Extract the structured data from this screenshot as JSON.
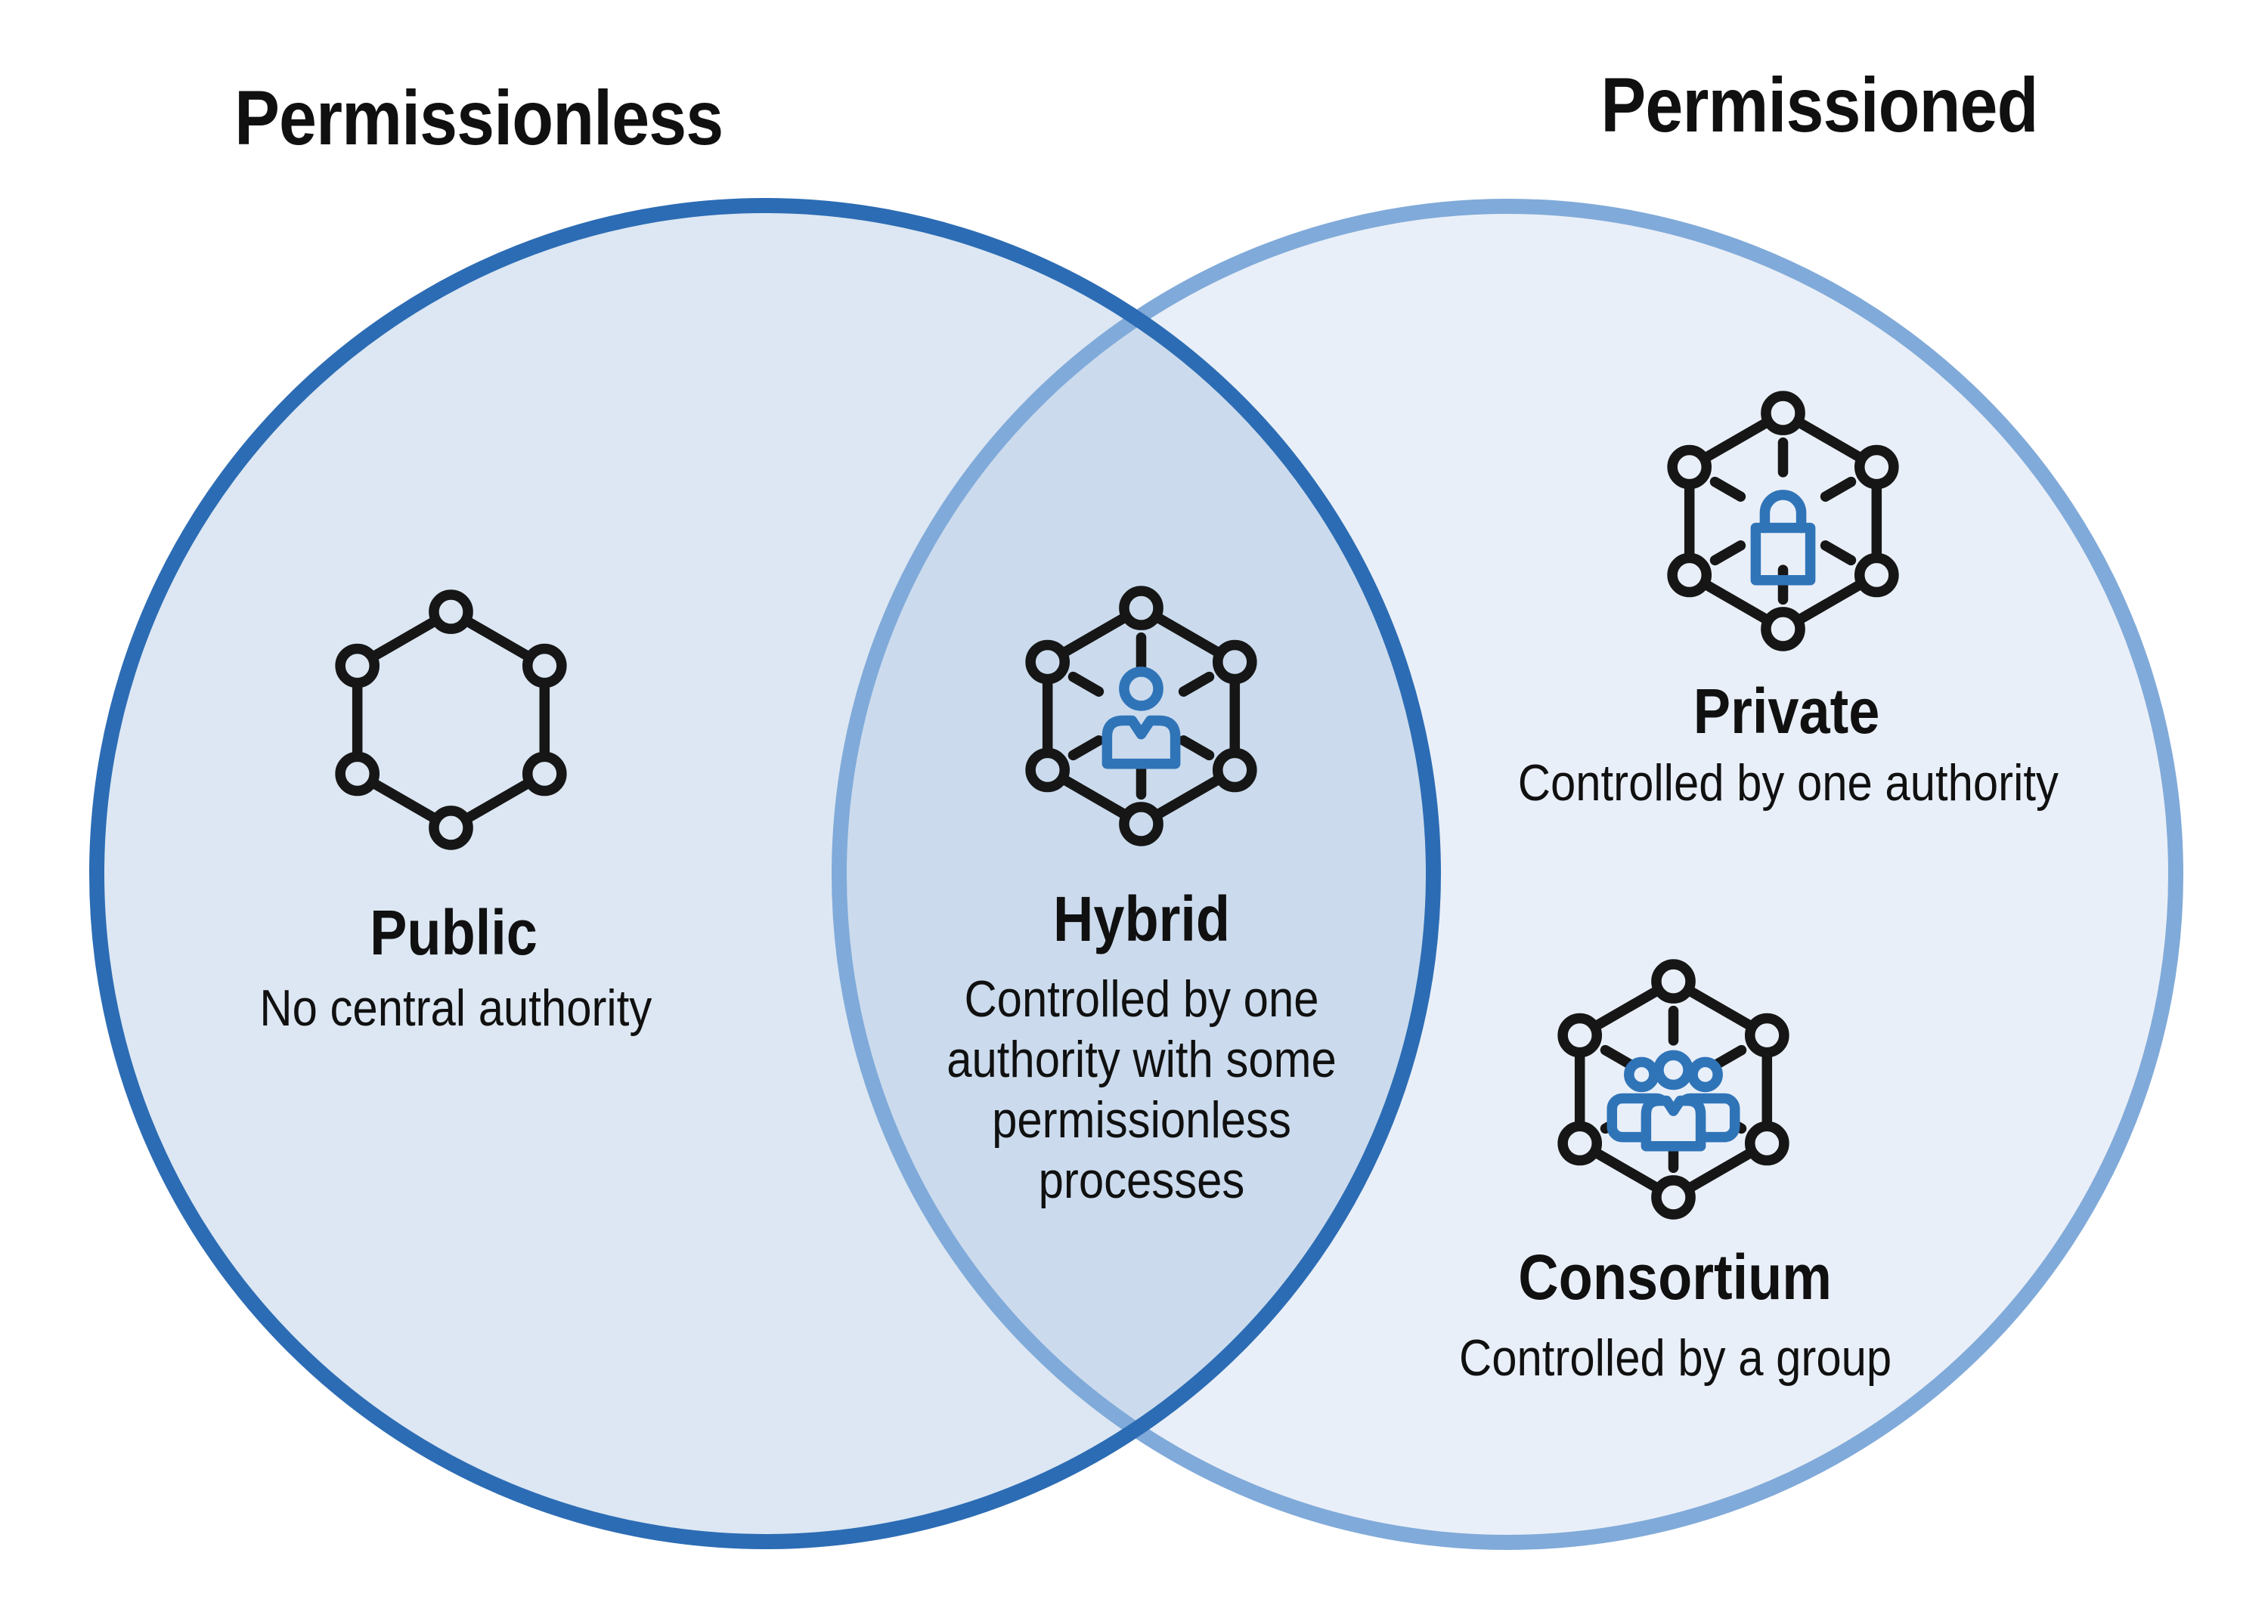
{
  "diagram": {
    "type": "venn",
    "left_title": "Permissionless",
    "right_title": "Permissioned",
    "sets": {
      "public": {
        "label": "Public",
        "description": "No central authority",
        "icon": "hexagon-network-icon",
        "region": "permissionless-only"
      },
      "hybrid": {
        "label": "Hybrid",
        "description": "Controlled by one authority with some permissionless processes",
        "desc_lines": [
          "Controlled by one",
          "authority with some",
          "permissionless",
          "processes"
        ],
        "icon": "hexagon-network-person-icon",
        "region": "overlap"
      },
      "private": {
        "label": "Private",
        "description": "Controlled by one authority",
        "icon": "hexagon-network-lock-icon",
        "region": "permissioned-only"
      },
      "consortium": {
        "label": "Consortium",
        "description": "Controlled by a group",
        "icon": "hexagon-network-group-icon",
        "region": "permissioned-only"
      }
    },
    "colors": {
      "left_circle_fill": "#dce7f3",
      "left_circle_stroke": "#2c6cb4",
      "right_circle_fill": "#e9eff8",
      "right_circle_stroke": "#80aad9",
      "overlap_fill": "#cbdbed",
      "icon_line": "#161616",
      "icon_accent_blue": "#3074b8",
      "text": "#101010",
      "background": "#ffffff"
    }
  }
}
